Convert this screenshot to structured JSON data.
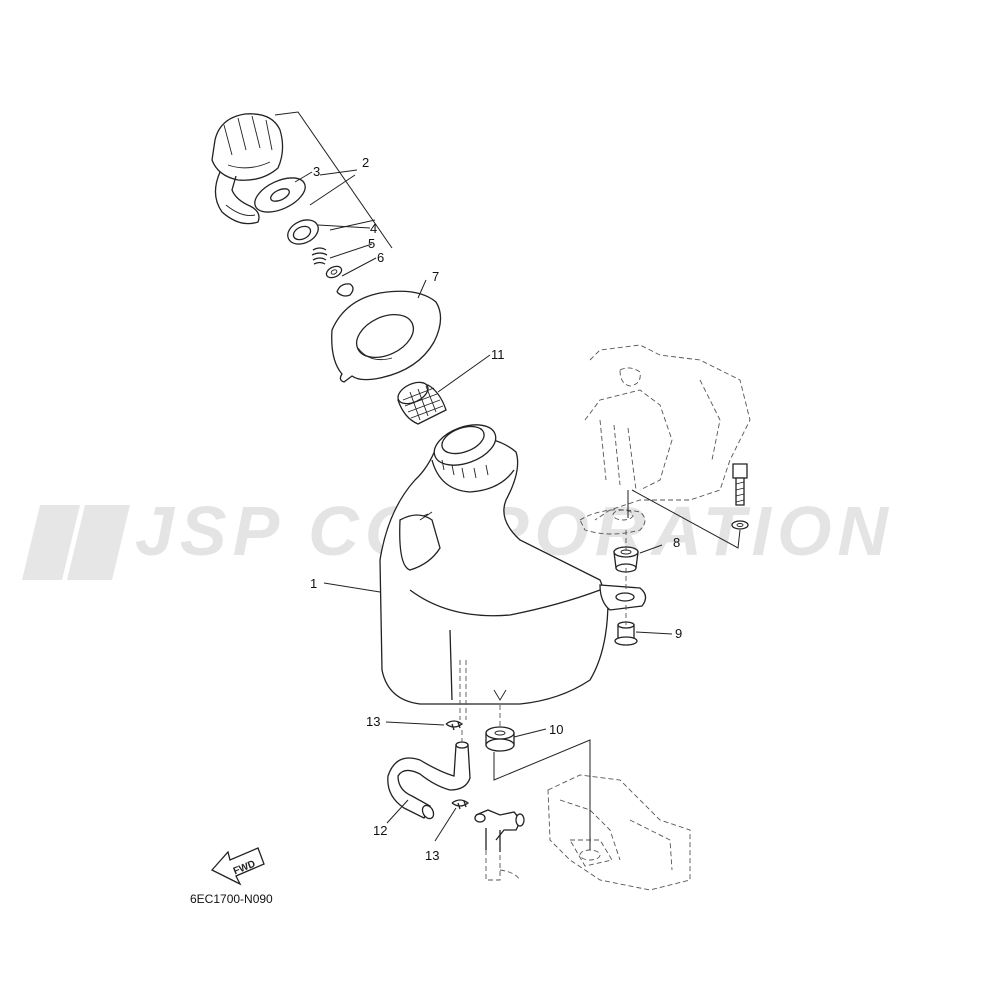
{
  "watermark": {
    "text": "JSP CORPORATION"
  },
  "diagram_code": "6EC1700-N090",
  "fwd_arrow_label": "FWD",
  "callouts": {
    "c1": "1",
    "c2": "2",
    "c3": "3",
    "c4": "4",
    "c5": "5",
    "c6": "6",
    "c7": "7",
    "c8": "8",
    "c9": "9",
    "c10": "10",
    "c11": "11",
    "c12": "12",
    "c13_upper": "13",
    "c13_lower": "13"
  }
}
